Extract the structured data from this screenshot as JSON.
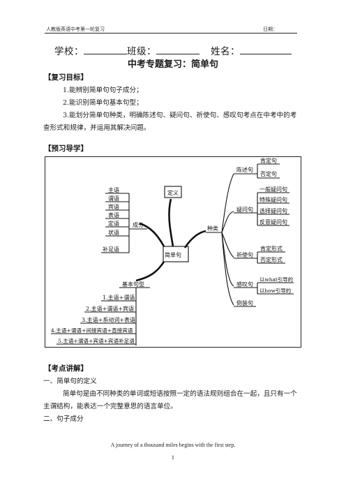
{
  "header": {
    "left": "人教版英语中考第一轮复习",
    "right": "日期："
  },
  "info": {
    "school": "学校：",
    "class": "班级：",
    "name": "姓名："
  },
  "title": "中考专题复习：简单句",
  "goals": {
    "heading": "【复习目标】",
    "items": [
      "1.能辨别简单句句子成分；",
      "2.能识别简单句基本句型；",
      "3.能划分简单句种类，明确陈述句、疑问句、祈使句、感叹句考点在中考中的考查形式和规律，并运用其解决问题。"
    ]
  },
  "preview": {
    "heading": "【预习导学】"
  },
  "mindmap": {
    "center": "简单句",
    "definition": "定义",
    "components": {
      "label": "成分",
      "items": [
        "主语",
        "谓语",
        "宾语",
        "表语",
        "定语",
        "状语",
        "补足语"
      ]
    },
    "patterns": {
      "label": "基本句型",
      "items": [
        "1.主语+谓语",
        "2.主语+谓语+宾语",
        "3.主语+系动词+表语",
        "4.主语+谓语+间接宾语+直接宾语",
        "5.主语+谓语+宾语+宾语补足语"
      ]
    },
    "types": {
      "label": "种类",
      "declarative": {
        "label": "陈述句",
        "items": [
          "肯定句",
          "否定句"
        ]
      },
      "interrogative": {
        "label": "疑问句",
        "items": [
          "一般疑问句",
          "特殊疑问句",
          "选择疑问句",
          "反意疑问句"
        ]
      },
      "imperative": {
        "label": "祈使句",
        "items": [
          "肯定形式",
          "否定形式"
        ]
      },
      "exclamatory": {
        "label": "感叹句",
        "items": [
          "以what引导的",
          "以how引导的"
        ]
      },
      "inverted": {
        "label": "倒装句"
      }
    }
  },
  "explain": {
    "heading": "【考点讲解】",
    "s1": "一、简单句的定义",
    "s1_text": "简单句是由不同种类的单词或短语按照一定的语法规则组合在一起，且只有一个主谓结构，能表达一个完整意思的语言单位。",
    "s2": "二、句子成分"
  },
  "footer": {
    "quote": "A journey of a thousand miles begins with the first step.",
    "page": "1"
  }
}
